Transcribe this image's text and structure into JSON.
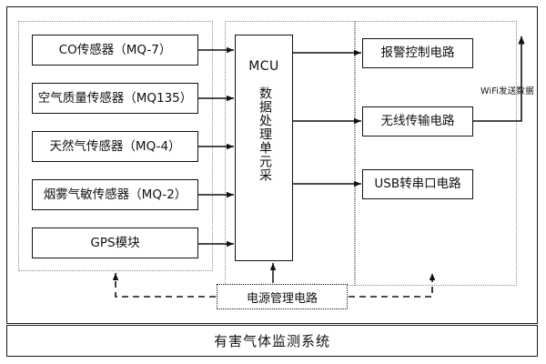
{
  "diagram": {
    "caption": "有害气体监测系统",
    "sensors": [
      {
        "label": "CO传感器（MQ-7）"
      },
      {
        "label": "空气质量传感器（MQ135）"
      },
      {
        "label": "天然气传感器（MQ-4）"
      },
      {
        "label": "烟雾气敏传感器（MQ-2）"
      },
      {
        "label": "GPS模块"
      }
    ],
    "mcu": {
      "title": "MCU",
      "vertical_label": "数据处理单元采"
    },
    "outputs": [
      {
        "label": "报警控制电路"
      },
      {
        "label": "无线传输电路"
      },
      {
        "label": "USB转串口电路"
      }
    ],
    "power": {
      "label": "电源管理电路"
    },
    "annotations": {
      "wifi": "WiFi发送数据"
    },
    "colors": {
      "line": "#111111",
      "dotted_group": "#8a8a8a",
      "background": "#ffffff"
    }
  }
}
